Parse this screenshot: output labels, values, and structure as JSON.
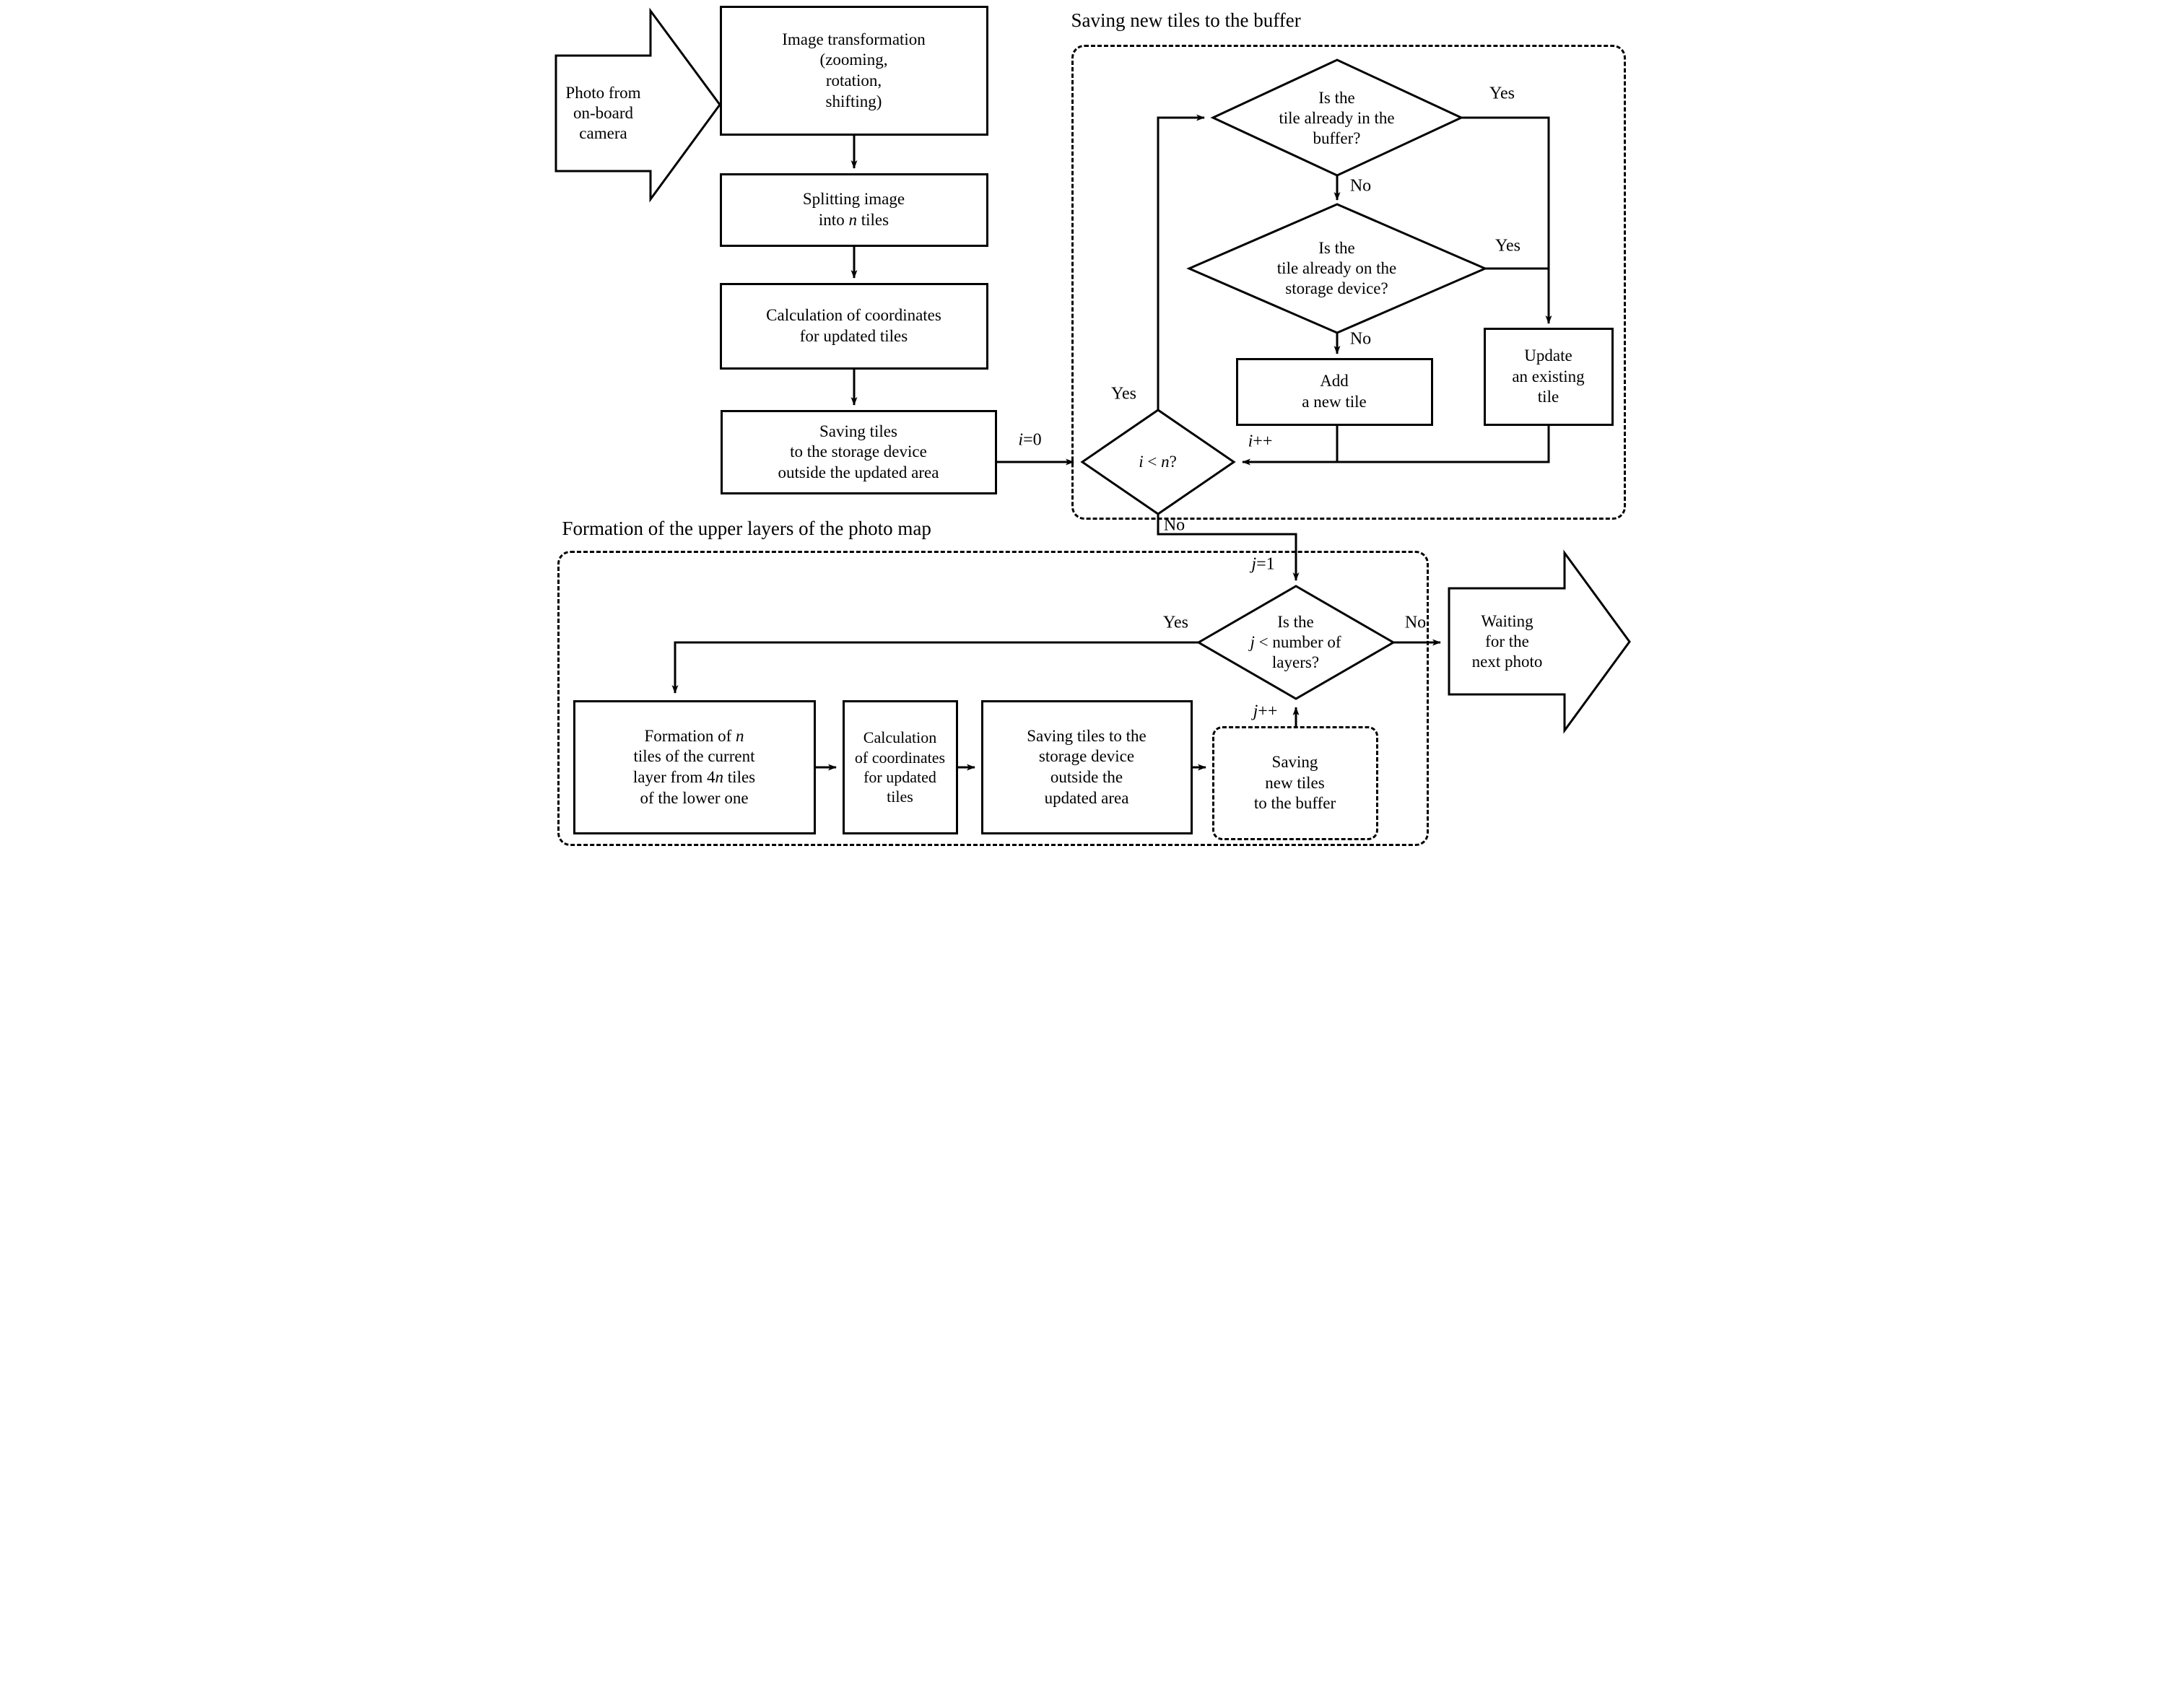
{
  "colors": {
    "background": "#ffffff",
    "line": "#000000",
    "text": "#000000"
  },
  "groups": {
    "buffer": {
      "title": "Saving new tiles to the buffer"
    },
    "layers": {
      "title": "Formation of the upper layers of the photo map"
    }
  },
  "nodes": {
    "photo": {
      "label": "Photo from\non-board\ncamera"
    },
    "transform": {
      "label": "Image transformation\n(zooming,\nrotation,\nshifting)"
    },
    "split": {
      "label": "Splitting image\ninto *n* tiles"
    },
    "calc_coords": {
      "label": "Calculation of coordinates\nfor updated tiles"
    },
    "save_tiles": {
      "label": "Saving tiles\nto the storage device\noutside the updated area"
    },
    "loop_i": {
      "label": "*i* < *n*?"
    },
    "in_buffer": {
      "label": "Is the\ntile already in the\nbuffer?"
    },
    "on_storage": {
      "label": "Is the\ntile already on the\nstorage device?"
    },
    "add_tile": {
      "label": "Add\na new tile"
    },
    "update_tile": {
      "label": "Update\nan existing\ntile"
    },
    "loop_j": {
      "label": "Is the\n*j* < number of\nlayers?"
    },
    "formation": {
      "label": "Formation of *n*\ntiles of the current\nlayer from 4*n* tiles\nof the lower one"
    },
    "calc_coords2": {
      "label": "Calculation\nof coordinates\nfor updated\ntiles"
    },
    "save_tiles2": {
      "label": "Saving tiles to the\nstorage device\noutside the\nupdated area"
    },
    "save_buffer_sub": {
      "label": "Saving\nnew tiles\nto the buffer"
    },
    "waiting": {
      "label": "Waiting\nfor the\nnext photo"
    }
  },
  "edge_labels": {
    "yes": "Yes",
    "no": "No",
    "i_init": "*i*=0",
    "i_inc": "*i*++",
    "j_init": "*j*=1",
    "j_inc": "*j*++"
  }
}
